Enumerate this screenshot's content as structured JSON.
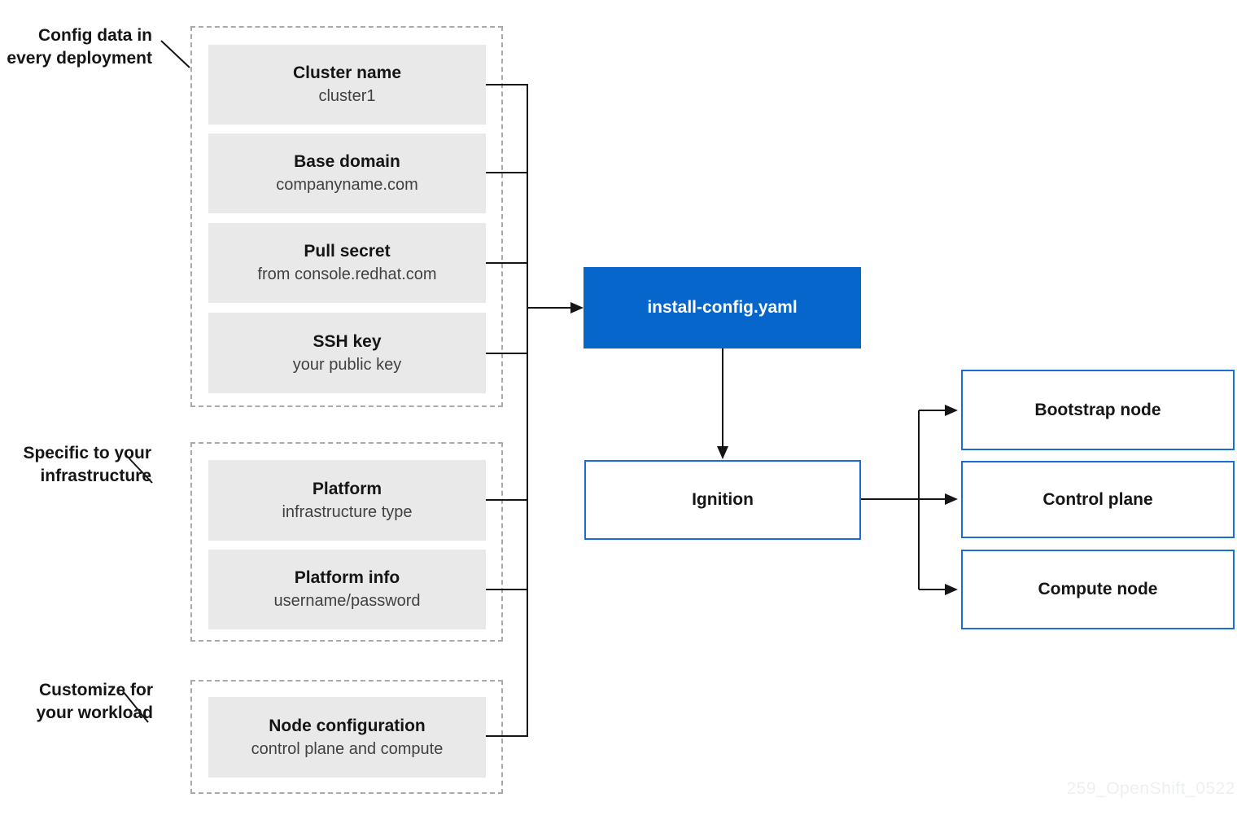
{
  "side_labels": {
    "every_deployment": "Config data in\nevery deployment",
    "infrastructure": "Specific to your\ninfrastructure",
    "workload": "Customize for\nyour workload"
  },
  "config_items": [
    {
      "title": "Cluster name",
      "subtitle": "cluster1"
    },
    {
      "title": "Base domain",
      "subtitle": "companyname.com"
    },
    {
      "title": "Pull secret",
      "subtitle": "from console.redhat.com"
    },
    {
      "title": "SSH key",
      "subtitle": "your public key"
    },
    {
      "title": "Platform",
      "subtitle": "infrastructure type"
    },
    {
      "title": "Platform info",
      "subtitle": "username/password"
    },
    {
      "title": "Node configuration",
      "subtitle": "control plane and compute"
    }
  ],
  "flow": {
    "install_config_label": "install-config.yaml",
    "ignition_label": "Ignition",
    "output_nodes": [
      {
        "label": "Bootstrap node"
      },
      {
        "label": "Control plane"
      },
      {
        "label": "Compute node"
      }
    ]
  },
  "watermark": "259_OpenShift_0522",
  "colors": {
    "accent_blue_fill": "#0666cc",
    "blue_border": "#1a6cd8",
    "item_gray_fill": "#e9e9e9",
    "connector_line": "#151515",
    "dashed_border_gray": "#aaaaaa",
    "title_text": "#151515",
    "subtitle_text": "#414141",
    "watermark_text": "#eef0f0"
  }
}
